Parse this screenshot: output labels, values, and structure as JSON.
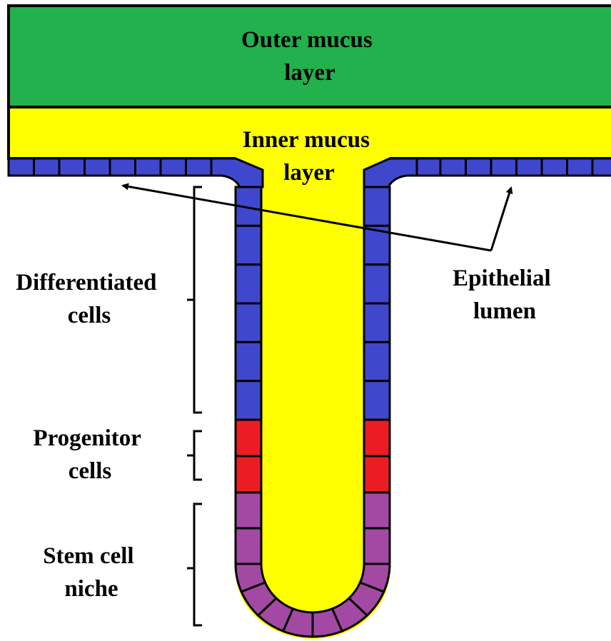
{
  "labels": {
    "outer_mucus": [
      "Outer mucus",
      "layer"
    ],
    "inner_mucus": [
      "Inner mucus",
      "layer"
    ],
    "differentiated": [
      "Differentiated",
      "cells"
    ],
    "progenitor": [
      "Progenitor",
      "cells"
    ],
    "stem": [
      "Stem cell",
      "niche"
    ],
    "epithelial": [
      "Epithelial",
      "lumen"
    ]
  },
  "colors": {
    "outer_mucus": "#22b14c",
    "inner_mucus": "#ffff00",
    "differentiated_cell": "#3f48cc",
    "progenitor_cell": "#ed1c24",
    "stem_cell": "#a349a4",
    "outline": "#000000"
  }
}
